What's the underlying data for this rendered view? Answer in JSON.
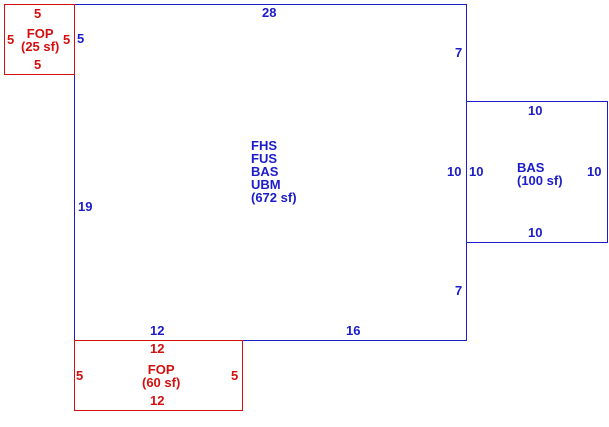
{
  "main_area": {
    "lines": [
      "FHS",
      "FUS",
      "BAS",
      "UBM"
    ],
    "area_text": "(672 sf)",
    "dim_top": "28",
    "dim_left": "19",
    "dim_right_upper": "7",
    "dim_right_mid": "10",
    "dim_right_lower": "7",
    "dim_bottom_left": "12",
    "dim_bottom_right": "16",
    "color": "#1c1cc8"
  },
  "side_bas": {
    "label": "BAS",
    "area_text": "(100 sf)",
    "dim_top": "10",
    "dim_left": "10",
    "dim_right": "10",
    "dim_bottom": "10",
    "color": "#1c1cc8"
  },
  "porch_top": {
    "label": "FOP",
    "area_text": "(25 sf)",
    "dim_top": "5",
    "dim_left": "5",
    "dim_right": "5",
    "dim_bottom": "5",
    "dim_main_left": "5",
    "color": "#d40f0f"
  },
  "porch_bottom": {
    "label": "FOP",
    "area_text": "(60 sf)",
    "dim_top": "12",
    "dim_left": "5",
    "dim_right": "5",
    "dim_bottom": "12",
    "color": "#d40f0f"
  }
}
